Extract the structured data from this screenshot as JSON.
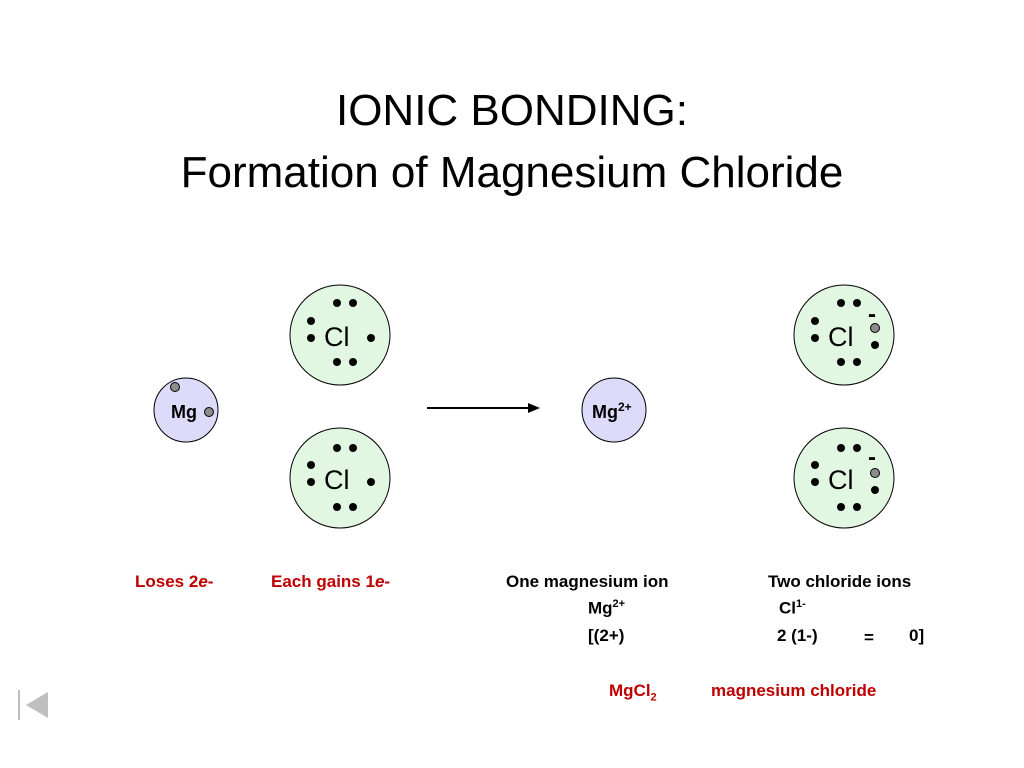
{
  "title": {
    "line1": "IONIC  BONDING:",
    "line2": "Formation of Magnesium Chloride"
  },
  "atoms": {
    "mg": "Mg",
    "cl": "Cl",
    "mg_ion": "Mg",
    "mg_ion_charge": "2+",
    "cl_ion_charge": "-"
  },
  "labels": {
    "loses_prefix": "Loses 2",
    "loses_e": "e",
    "loses_suffix": "-",
    "gains_prefix": "Each gains 1",
    "gains_e": "e",
    "gains_suffix": "-",
    "one_mg_ion": "One magnesium ion",
    "two_cl_ions": "Two chloride ions",
    "mg_symbol": "Mg",
    "mg_charge": "2+",
    "cl_symbol": "Cl",
    "cl_charge": "1-",
    "bracket_open": "[(2+)",
    "two_times": "2 (1-)",
    "equals": "=",
    "zero_close": "0]",
    "formula_mg": "MgCl",
    "formula_sub": "2",
    "formula_name": "magnesium chloride"
  },
  "colors": {
    "cl_fill": "#e2f7e2",
    "mg_fill": "#dcdcfa",
    "red": "#c00000",
    "gray_electron": "#8c8c8c"
  },
  "icons": {
    "nav": "first-slide-icon"
  }
}
